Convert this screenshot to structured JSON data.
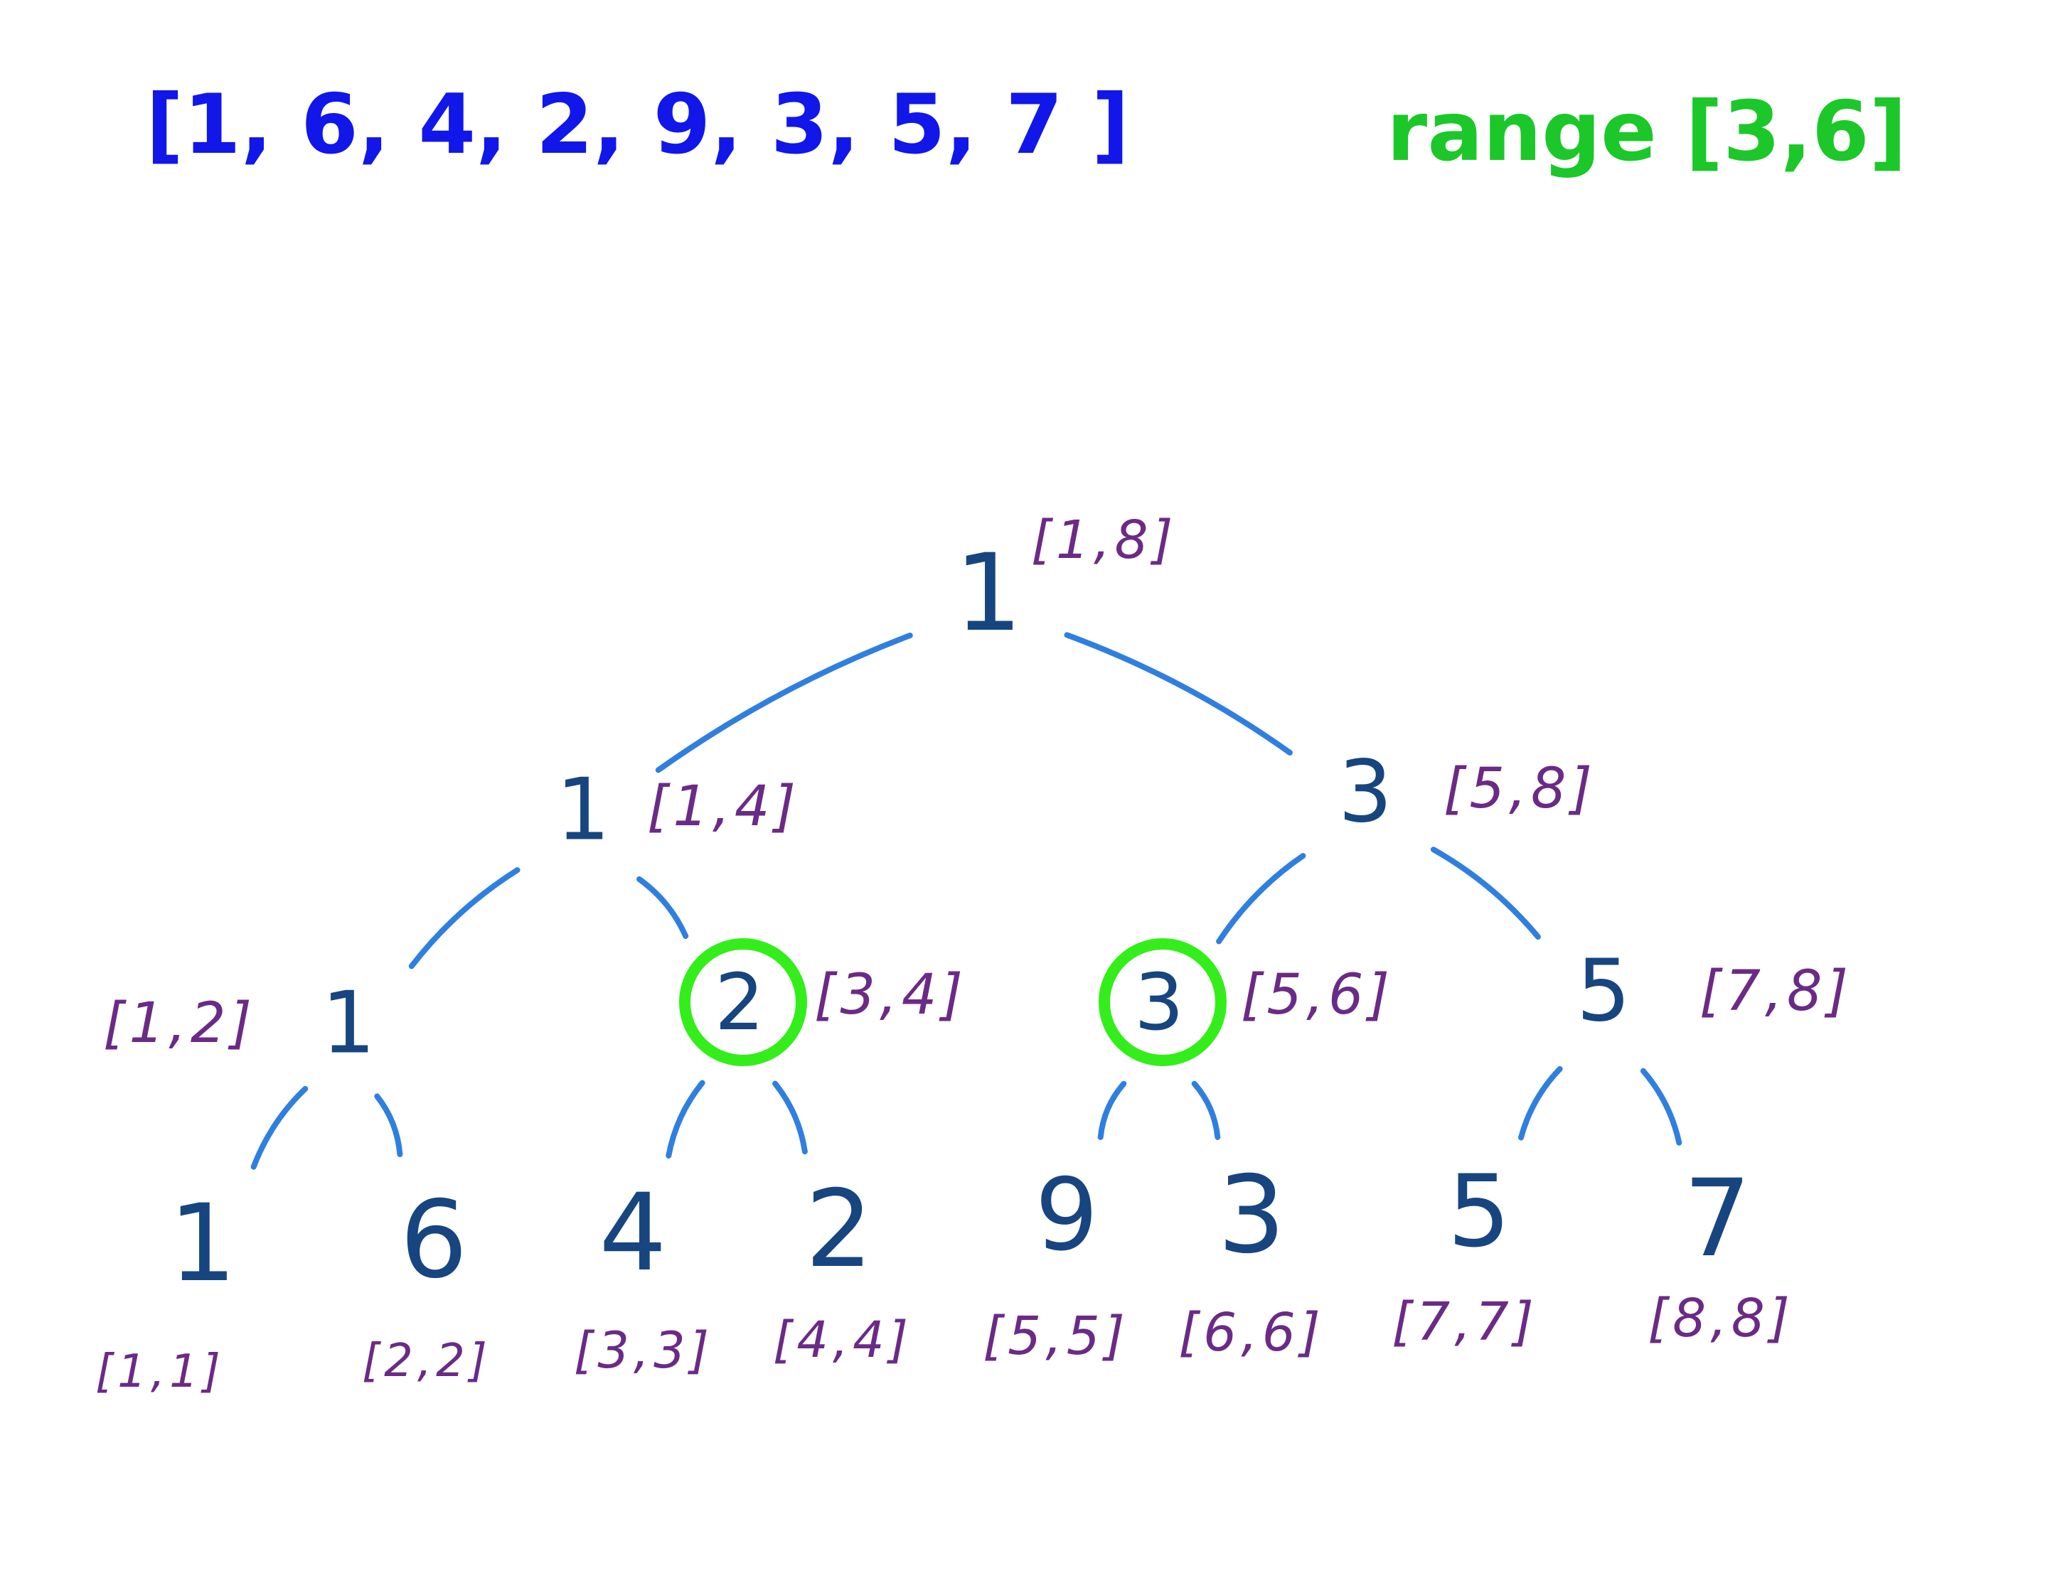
{
  "header": {
    "array_label": "[1, 6, 4, 2, 9, 3, 5, 7 ]",
    "range_label": "range [3,6]"
  },
  "colors": {
    "array": "#1017e8",
    "range": "#1cc72a",
    "node_value": "#17457f",
    "node_range": "#6b2a86",
    "edge": "#2f7fe0",
    "highlight": "#33ee1a"
  },
  "tree": {
    "nodes": [
      {
        "id": "n1",
        "value": "1",
        "range": "[1,8]",
        "highlighted": false
      },
      {
        "id": "n2",
        "value": "1",
        "range": "[1,4]",
        "highlighted": false
      },
      {
        "id": "n3",
        "value": "3",
        "range": "[5,8]",
        "highlighted": false
      },
      {
        "id": "n4",
        "value": "1",
        "range": "[1,2]",
        "highlighted": false
      },
      {
        "id": "n5",
        "value": "2",
        "range": "[3,4]",
        "highlighted": true
      },
      {
        "id": "n6",
        "value": "3",
        "range": "[5,6]",
        "highlighted": true
      },
      {
        "id": "n7",
        "value": "5",
        "range": "[7,8]",
        "highlighted": false
      },
      {
        "id": "n8",
        "value": "1",
        "range": "[1,1]",
        "highlighted": false
      },
      {
        "id": "n9",
        "value": "6",
        "range": "[2,2]",
        "highlighted": false
      },
      {
        "id": "n10",
        "value": "4",
        "range": "[3,3]",
        "highlighted": false
      },
      {
        "id": "n11",
        "value": "2",
        "range": "[4,4]",
        "highlighted": false
      },
      {
        "id": "n12",
        "value": "9",
        "range": "[5,5]",
        "highlighted": false
      },
      {
        "id": "n13",
        "value": "3",
        "range": "[6,6]",
        "highlighted": false
      },
      {
        "id": "n14",
        "value": "5",
        "range": "[7,7]",
        "highlighted": false
      },
      {
        "id": "n15",
        "value": "7",
        "range": "[8,8]",
        "highlighted": false
      }
    ],
    "edges": [
      [
        "n1",
        "n2"
      ],
      [
        "n1",
        "n3"
      ],
      [
        "n2",
        "n4"
      ],
      [
        "n2",
        "n5"
      ],
      [
        "n3",
        "n6"
      ],
      [
        "n3",
        "n7"
      ],
      [
        "n4",
        "n8"
      ],
      [
        "n4",
        "n9"
      ],
      [
        "n5",
        "n10"
      ],
      [
        "n5",
        "n11"
      ],
      [
        "n6",
        "n12"
      ],
      [
        "n6",
        "n13"
      ],
      [
        "n7",
        "n14"
      ],
      [
        "n7",
        "n15"
      ]
    ]
  }
}
